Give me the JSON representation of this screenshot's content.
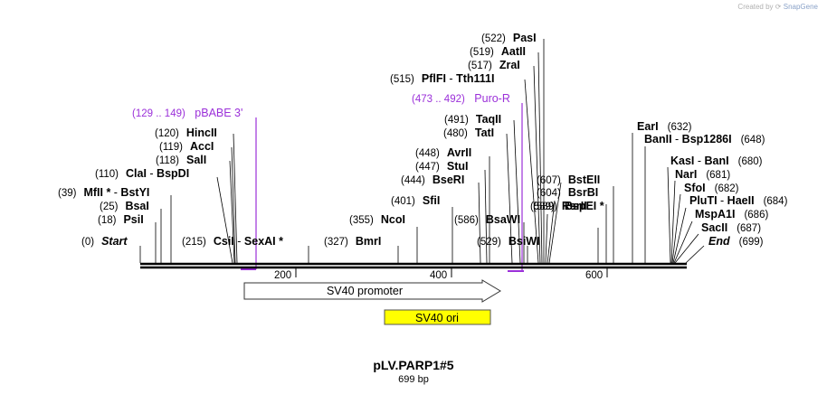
{
  "credit": {
    "created_by": "Created by",
    "brand": "SnapGene"
  },
  "title": "pLV.PARP1#5",
  "length_label": "699 bp",
  "sequence_length": 699,
  "ticks": [
    {
      "pos": 200,
      "label": "200"
    },
    {
      "pos": 400,
      "label": "400"
    },
    {
      "pos": 600,
      "label": "600"
    }
  ],
  "sites": [
    {
      "pos": "(0)",
      "parts": [
        {
          "t": "Start",
          "italic": true
        }
      ],
      "at": 0
    },
    {
      "pos": "(18)",
      "parts": [
        {
          "t": "PsiI"
        }
      ],
      "at": 18
    },
    {
      "pos": "(25)",
      "parts": [
        {
          "t": "BsaI"
        }
      ],
      "at": 25
    },
    {
      "pos": "(39)",
      "parts": [
        {
          "t": "MfII *"
        },
        {
          "t": " - ",
          "sep": true
        },
        {
          "t": "BstYI"
        }
      ],
      "at": 39
    },
    {
      "pos": "(110)",
      "parts": [
        {
          "t": "ClaI"
        },
        {
          "t": "  - ",
          "sep": true
        },
        {
          "t": "BspDI"
        }
      ],
      "at": 110
    },
    {
      "pos": "(118)",
      "parts": [
        {
          "t": "SalI"
        }
      ],
      "at": 118
    },
    {
      "pos": "(119)",
      "parts": [
        {
          "t": "AccI"
        }
      ],
      "at": 119
    },
    {
      "pos": "(120)",
      "parts": [
        {
          "t": "HincII"
        }
      ],
      "at": 120
    },
    {
      "pos": "(215)",
      "parts": [
        {
          "t": "CsiI"
        },
        {
          "t": "  - ",
          "sep": true
        },
        {
          "t": "SexAI *"
        }
      ],
      "at": 215
    },
    {
      "pos": "(327)",
      "parts": [
        {
          "t": "BmrI"
        }
      ],
      "at": 327
    },
    {
      "pos": "(355)",
      "parts": [
        {
          "t": "NcoI"
        }
      ],
      "at": 355
    },
    {
      "pos": "(401)",
      "parts": [
        {
          "t": "SfiI"
        }
      ],
      "at": 401
    },
    {
      "pos": "(444)",
      "parts": [
        {
          "t": "BseRI"
        }
      ],
      "at": 444
    },
    {
      "pos": "(447)",
      "parts": [
        {
          "t": "StuI"
        }
      ],
      "at": 447
    },
    {
      "pos": "(448)",
      "parts": [
        {
          "t": "AvrII"
        }
      ],
      "at": 448
    },
    {
      "pos": "(480)",
      "parts": [
        {
          "t": "TatI"
        }
      ],
      "at": 480
    },
    {
      "pos": "(491)",
      "parts": [
        {
          "t": "TaqII"
        }
      ],
      "at": 491
    },
    {
      "pos": "(586)",
      "parts": [
        {
          "t": "BsaWI"
        }
      ],
      "at": 586
    },
    {
      "pos": "(529)",
      "parts": [
        {
          "t": "BsiWI"
        }
      ],
      "at": 529
    },
    {
      "pos": "(589)",
      "parts": [
        {
          "t": "BspEI *"
        }
      ],
      "at": 589
    },
    {
      "pos": "(515)",
      "parts": [
        {
          "t": "PflFI"
        },
        {
          "t": "  - ",
          "sep": true
        },
        {
          "t": "Tth111I"
        }
      ],
      "at": 515
    },
    {
      "pos": "(517)",
      "parts": [
        {
          "t": "ZraI"
        }
      ],
      "at": 517
    },
    {
      "pos": "(519)",
      "parts": [
        {
          "t": "AatII"
        }
      ],
      "at": 519
    },
    {
      "pos": "(522)",
      "parts": [
        {
          "t": "PasI"
        }
      ],
      "at": 522
    },
    {
      "pos": "(589)",
      "parts": [
        {
          "t": "RsrII"
        }
      ],
      "at": 589
    },
    {
      "pos": "(604)",
      "parts": [
        {
          "t": "BsrBI"
        }
      ],
      "at": 604
    },
    {
      "pos": "(607)",
      "parts": [
        {
          "t": "BstEII"
        }
      ],
      "at": 607
    },
    {
      "pos": "(632)",
      "parts": [
        {
          "t": "EarI"
        }
      ],
      "at": 632
    },
    {
      "pos": "(648)",
      "parts": [
        {
          "t": "BanII"
        },
        {
          "t": "  - ",
          "sep": true
        },
        {
          "t": "Bsp1286I"
        }
      ],
      "at": 648
    },
    {
      "pos": "(680)",
      "parts": [
        {
          "t": "KasI"
        },
        {
          "t": "  - ",
          "sep": true
        },
        {
          "t": "BanI"
        }
      ],
      "at": 680
    },
    {
      "pos": "(681)",
      "parts": [
        {
          "t": "NarI"
        }
      ],
      "at": 681
    },
    {
      "pos": "(682)",
      "parts": [
        {
          "t": "SfoI"
        }
      ],
      "at": 682
    },
    {
      "pos": "(684)",
      "parts": [
        {
          "t": "PluTI"
        },
        {
          "t": "  - ",
          "sep": true
        },
        {
          "t": "HaeII"
        }
      ],
      "at": 684
    },
    {
      "pos": "(686)",
      "parts": [
        {
          "t": "MspA1I"
        }
      ],
      "at": 686
    },
    {
      "pos": "(687)",
      "parts": [
        {
          "t": "SacII"
        }
      ],
      "at": 687
    },
    {
      "pos": "(699)",
      "parts": [
        {
          "t": "End",
          "italic": true
        }
      ],
      "at": 699
    }
  ],
  "primers": [
    {
      "range": "(129 .. 149)",
      "name": "pBABE 3'"
    },
    {
      "range": "(473 .. 492)",
      "name": "Puro-R"
    }
  ],
  "features": [
    {
      "name": "SV40 promoter",
      "type": "promoter"
    },
    {
      "name": "SV40 ori",
      "type": "rep_origin",
      "color": "#ffff00"
    }
  ],
  "colors": {
    "primer": "#9b30d9",
    "ori_fill": "#ffff00",
    "backbone": "#000000"
  }
}
